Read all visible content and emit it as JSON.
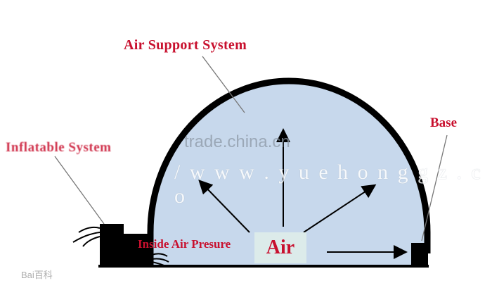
{
  "labels": {
    "air_support_system": "Air Support System",
    "base": "Base",
    "inflatable_system": "Inflatable System",
    "inside_air_pressure": "Inside Air Presure",
    "air": "Air"
  },
  "watermarks": {
    "site": "trade.china.cn",
    "url": "/ w w w . y u e h o n g g z . c o",
    "baidu": "Bai百科"
  },
  "colors": {
    "dome_fill": "#c7d8ec",
    "dome_outline": "#000000",
    "label_red": "#c8102e",
    "air_box": "#dcebea"
  }
}
